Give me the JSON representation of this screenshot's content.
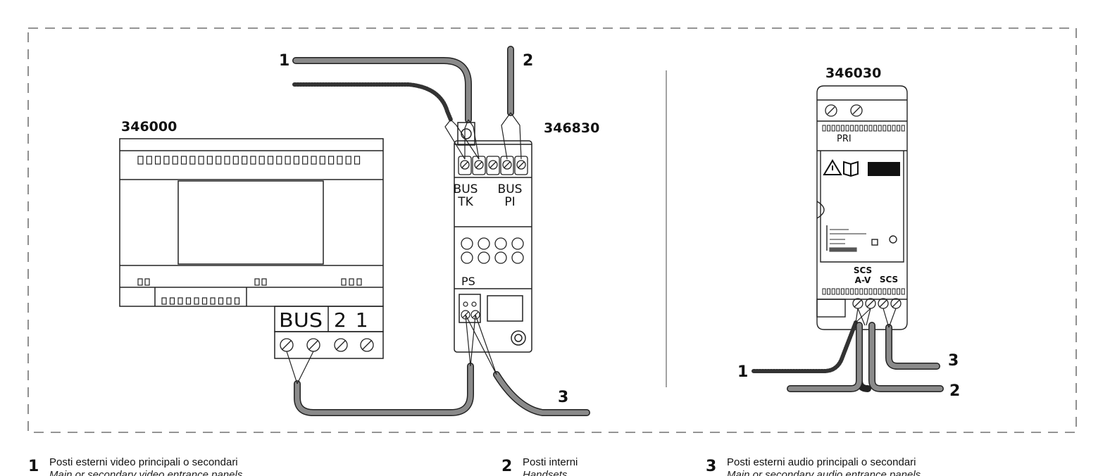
{
  "devices": {
    "controller": {
      "code": "346000",
      "terminal_bus": "BUS",
      "terminal_21": "2 1"
    },
    "interface": {
      "code": "346830",
      "bus_tk": "BUS\nTK",
      "bus_pi": "BUS\nPI",
      "ps": "PS"
    },
    "power_supply": {
      "code": "346030",
      "pri": "PRI",
      "scs_av": "SCS\nA-V",
      "scs": "SCS"
    }
  },
  "callouts": {
    "left": [
      "1",
      "2",
      "3"
    ],
    "right": [
      "1",
      "2",
      "3"
    ]
  },
  "legend": [
    {
      "number": "1",
      "label": "Posti esterni video principali o secondari",
      "sub": "Main or secondary video entrance panels"
    },
    {
      "number": "2",
      "label": "Posti interni",
      "sub": "Handsets"
    },
    {
      "number": "3",
      "label": "Posti esterni audio principali o secondari",
      "sub": "Main or secondary audio entrance panels"
    }
  ],
  "colors": {
    "line": "#222222",
    "cable": "#8a8a8a",
    "dash": "#555555"
  }
}
